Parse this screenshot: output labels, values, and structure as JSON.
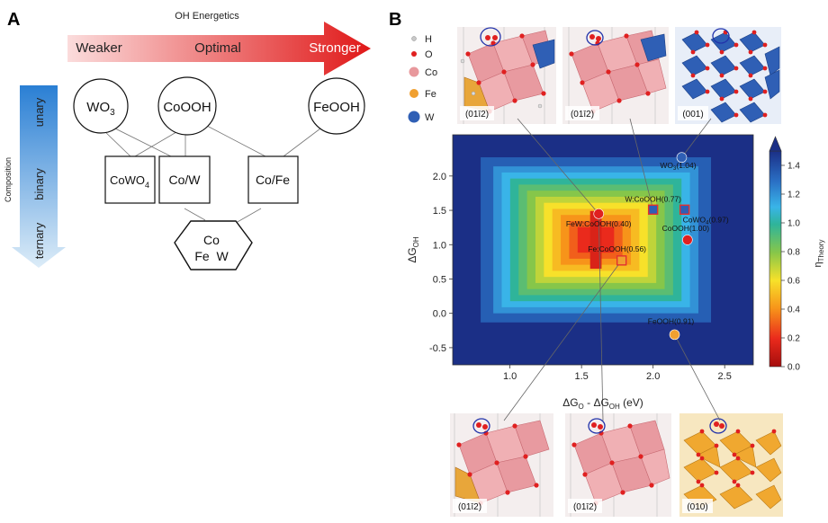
{
  "panel_a": {
    "letter": "A",
    "arrow_title": "OH Energetics",
    "arrow_labels": [
      "Weaker",
      "Optimal",
      "Stronger"
    ],
    "composition_label": "Composition",
    "composition_levels": [
      "unary",
      "binary",
      "ternary"
    ],
    "unary_nodes": [
      {
        "base": "WO",
        "sub": "3"
      },
      {
        "base": "CoOOH",
        "sub": ""
      },
      {
        "base": "FeOOH",
        "sub": ""
      }
    ],
    "binary_nodes": [
      {
        "base": "CoWO",
        "sub": "4"
      },
      {
        "base": "Co/W",
        "sub": ""
      },
      {
        "base": "Co/Fe",
        "sub": ""
      }
    ],
    "ternary_node": {
      "top": "Co",
      "bottom": "Fe  W"
    }
  },
  "panel_b": {
    "letter": "B",
    "legend": [
      {
        "symbol": "H",
        "color": "#c8c8c8"
      },
      {
        "symbol": "O",
        "color": "#e02020"
      },
      {
        "symbol": "Co",
        "color": "#e8989c"
      },
      {
        "symbol": "Fe",
        "color": "#f0a030"
      },
      {
        "symbol": "W",
        "color": "#2f5fb5"
      }
    ],
    "top_facets": [
      "(01ī2)",
      "(01ī2)",
      "(001)"
    ],
    "bottom_facets": [
      "(01ī2)",
      "(01ī2)",
      "(010)"
    ]
  },
  "chart_data": {
    "type": "heatmap",
    "xlabel": "ΔG",
    "xlabel_parts": {
      "a": "ΔG",
      "a_sub": "O",
      "mid": " - ΔG",
      "b_sub": "OH",
      "unit": " (eV)"
    },
    "ylabel": "ΔG",
    "ylabel_sub": "OH",
    "colorbar_label": "η",
    "colorbar_sub": "Theory",
    "xlim": [
      0.6,
      2.7
    ],
    "ylim": [
      -0.75,
      2.6
    ],
    "xticks": [
      "1.0",
      "1.5",
      "2.0",
      "2.5"
    ],
    "yticks": [
      "-0.5",
      "0.0",
      "0.5",
      "1.0",
      "1.5",
      "2.0"
    ],
    "cbar_range": [
      0.0,
      1.5
    ],
    "cbar_ticks": [
      "0.0",
      "0.2",
      "0.4",
      "0.6",
      "0.8",
      "1.0",
      "1.2",
      "1.4"
    ],
    "heat_center": {
      "x": 1.6,
      "y": 1.07
    },
    "points": [
      {
        "label": "WO",
        "sub": "3",
        "value": "(1.04)",
        "x": 2.2,
        "y": 2.27,
        "color": "#2f5fb5",
        "shape": "circle"
      },
      {
        "label": "W:CoOOH",
        "sub": "",
        "value": "(0.77)",
        "x": 2.0,
        "y": 1.51,
        "color": "#2f5fb5",
        "shape": "square"
      },
      {
        "label": "CoWO",
        "sub": "4",
        "value": "(0.97)",
        "x": 2.22,
        "y": 1.51,
        "color": "#2f5fb5",
        "shape": "square"
      },
      {
        "label": "CoOOH",
        "sub": "",
        "value": "(1.00)",
        "x": 2.24,
        "y": 1.07,
        "color": "#e02020",
        "shape": "circle"
      },
      {
        "label": "FeW:CoOOH",
        "sub": "",
        "value": "(0.40)",
        "x": 1.62,
        "y": 1.45,
        "color": "#e02020",
        "shape": "circle"
      },
      {
        "label": "Fe:CoOOH",
        "sub": "",
        "value": "(0.56)",
        "x": 1.78,
        "y": 0.77,
        "color": "#f0a030",
        "shape": "square"
      },
      {
        "label": "FeOOH",
        "sub": "",
        "value": "(0.91)",
        "x": 2.15,
        "y": -0.31,
        "color": "#f0a030",
        "shape": "circle"
      }
    ]
  }
}
